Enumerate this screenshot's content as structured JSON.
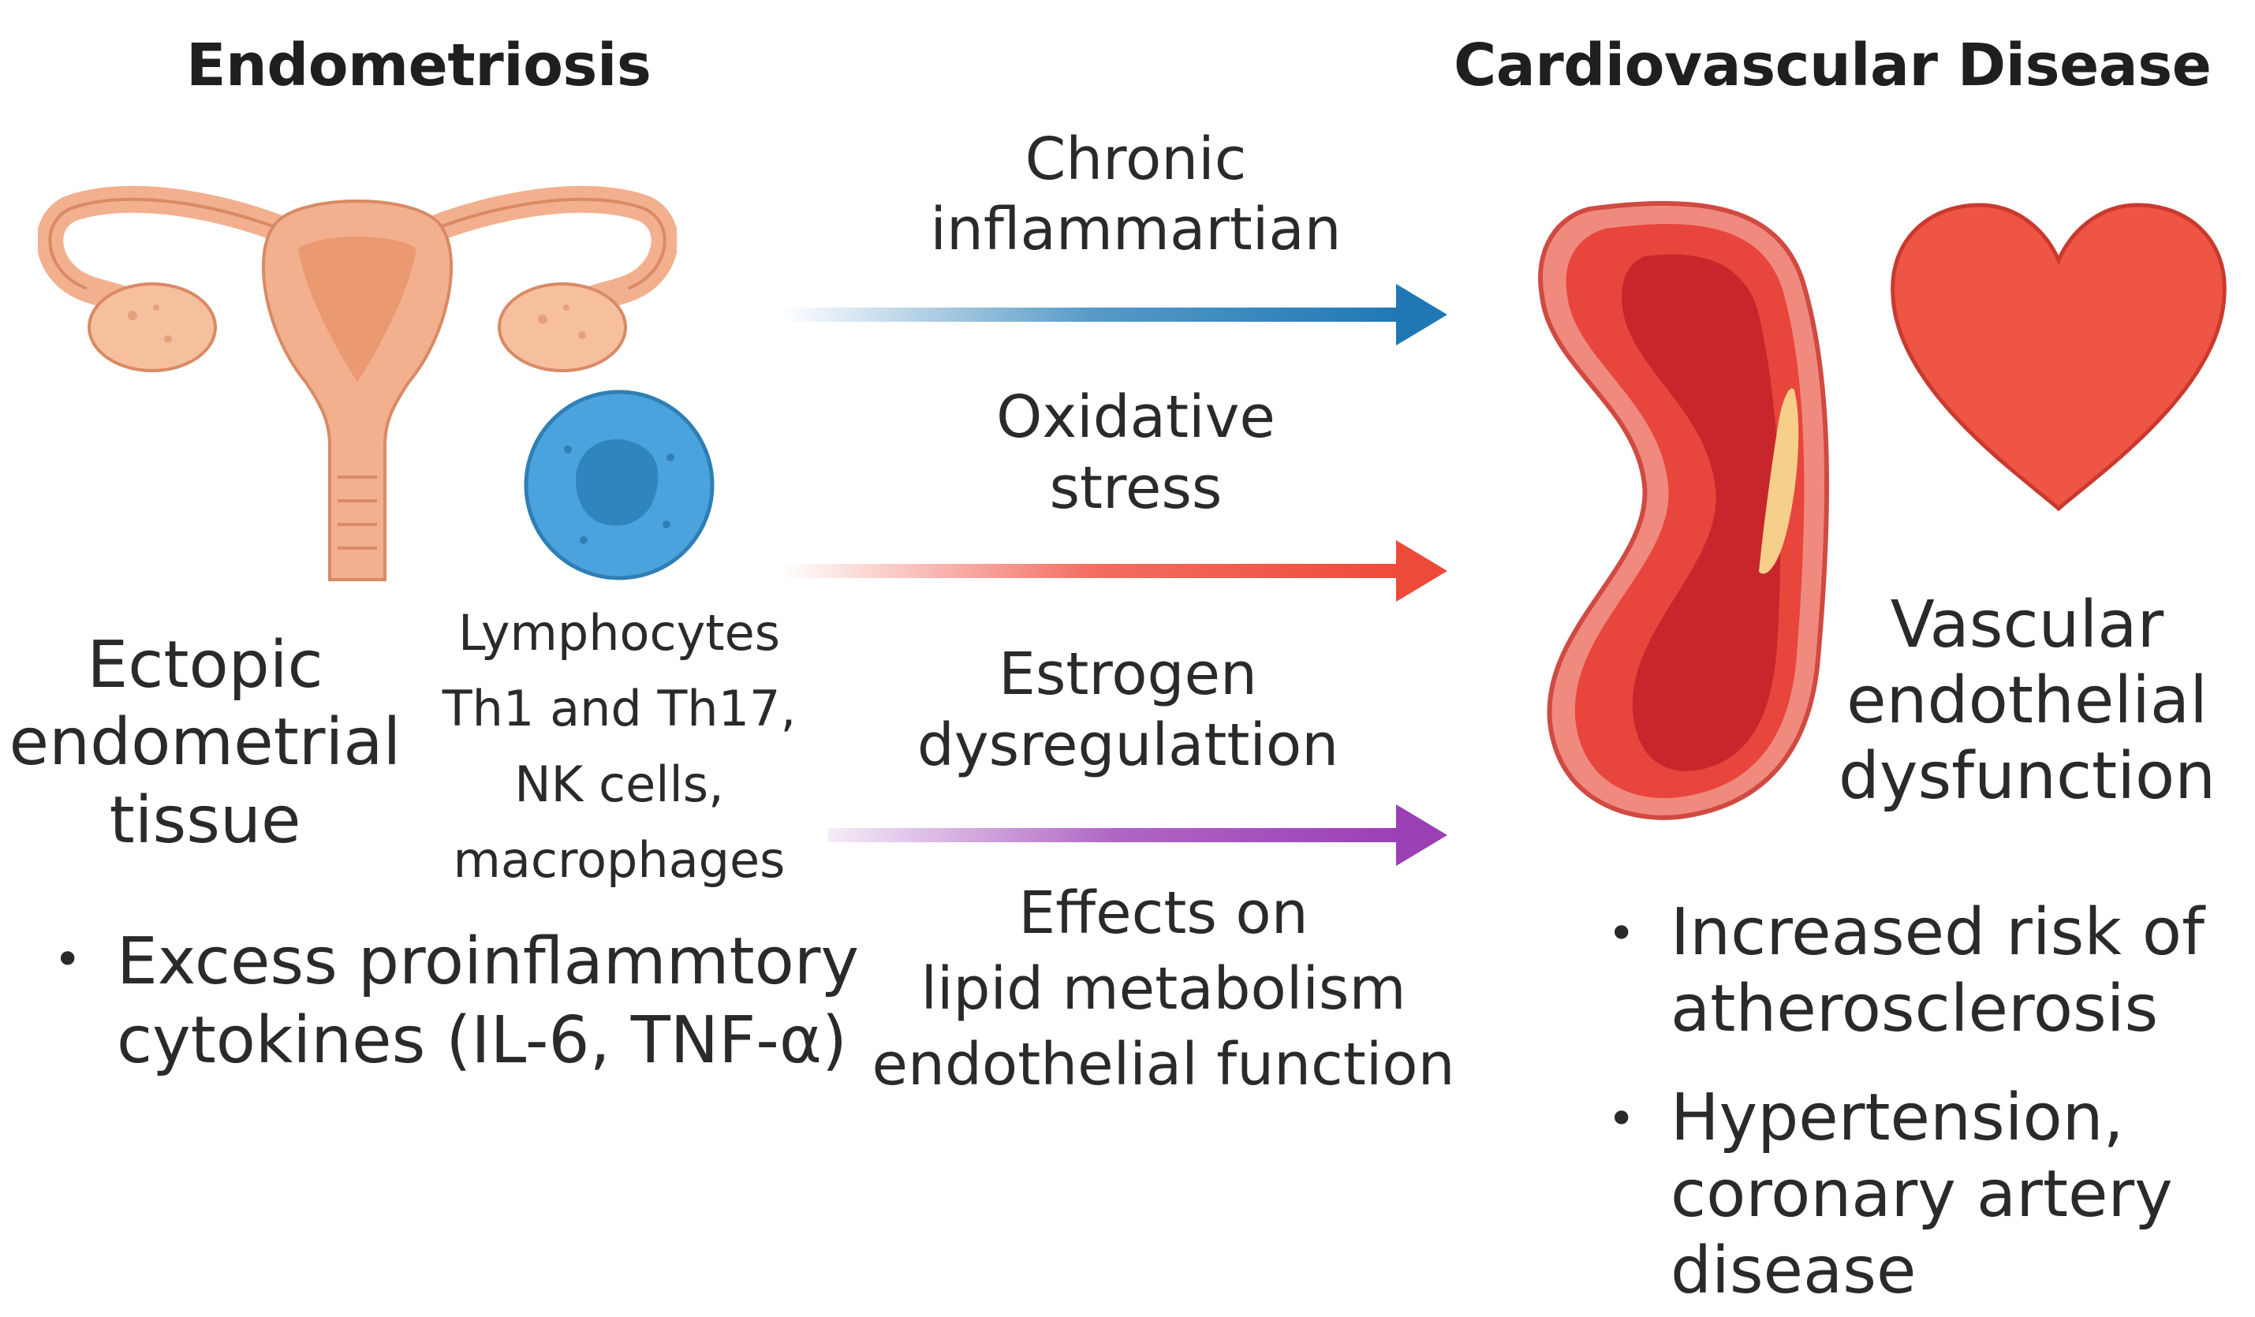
{
  "left": {
    "heading": "Endometriosis",
    "uterus_label": [
      "Ectopic",
      "endometrial",
      "tissue"
    ],
    "cells_label": [
      "Lymphocytes",
      "Th1 and Th17,",
      "NK cells,",
      "macrophages"
    ],
    "bullet": {
      "marker": "•",
      "lines": [
        "Excess proinflammtory",
        "cytokines (IL-6, TNF-α)"
      ]
    },
    "colors": {
      "uterus": "#f2b08e",
      "uterus_inner": "#e8946a",
      "cell": "#4aa3dc",
      "cell_nucleus": "#2f86bf"
    }
  },
  "middle": {
    "mechanisms": [
      {
        "lines": [
          "Chronic",
          "inflammartian"
        ],
        "color": "#1f78b4"
      },
      {
        "lines": [
          "Oxidative",
          "stress"
        ],
        "color": "#ee4a3a"
      },
      {
        "lines": [
          "Estrogen",
          "dysregulattion"
        ],
        "color": "#9b3fb5"
      },
      {
        "lines": [
          "Effects on",
          "lipid metabolism",
          "endothelial function"
        ],
        "color": ""
      }
    ]
  },
  "right": {
    "heading": "Cardiovascular Disease",
    "vessel_label": [
      "Vascular",
      "endothelial",
      "dysfunction"
    ],
    "bullets": [
      {
        "marker": "•",
        "lines": [
          "Increased risk of",
          "atherosclerosis"
        ]
      },
      {
        "marker": "•",
        "lines": [
          "Hypertension,",
          "coronary artery",
          "disease"
        ]
      }
    ],
    "colors": {
      "vessel_outer": "#f08a7e",
      "vessel_wall": "#e8453c",
      "vessel_lumen": "#c7262c",
      "plaque": "#f6d08a",
      "heart": "#ef5545"
    }
  }
}
